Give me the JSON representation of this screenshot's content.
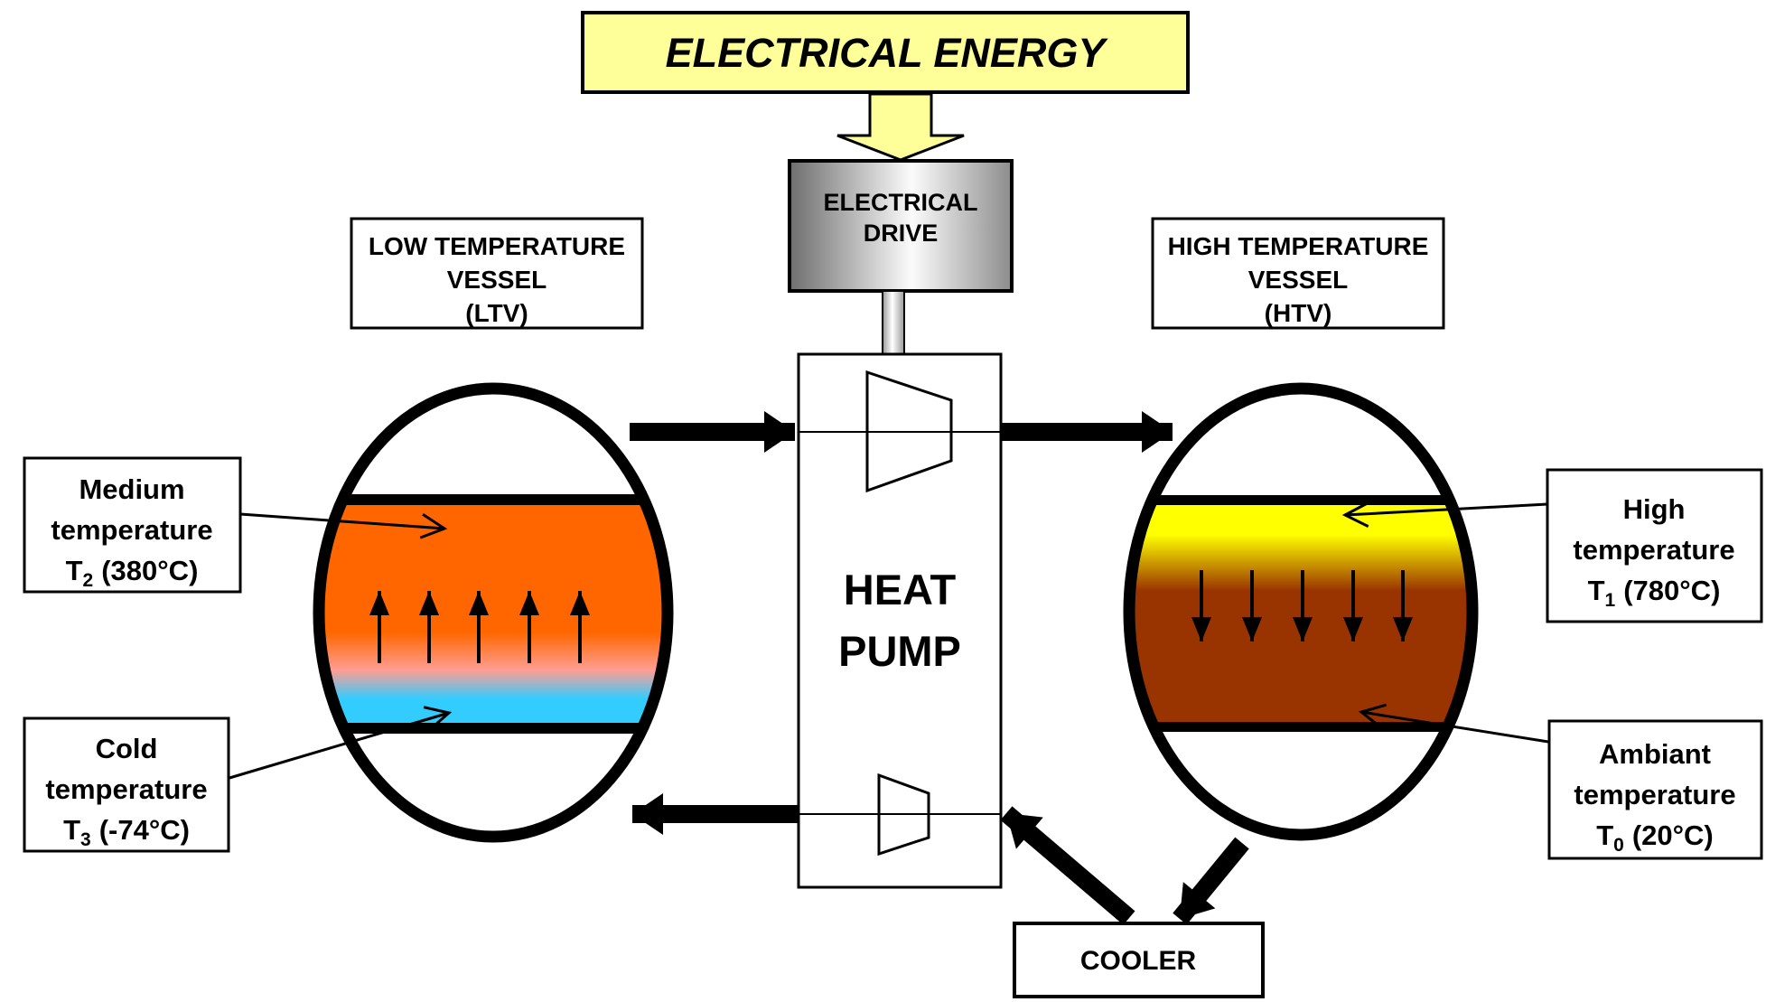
{
  "colors": {
    "energy_yellow": "#FFFF99",
    "orange_medium": "#FF6600",
    "transition_pink": "#FF9E94",
    "cold_blue": "#33CCFF",
    "hot_yellow": "#FFFF00",
    "ambient_brown": "#993300",
    "drive_dark": "#6E6E6E",
    "drive_light": "#FBFBFB",
    "drive_mid": "#8C8C8C"
  },
  "energy_box": {
    "label": "ELECTRICAL ENERGY"
  },
  "electrical_drive": {
    "line1": "ELECTRICAL",
    "line2": "DRIVE"
  },
  "heat_pump": {
    "line1": "HEAT",
    "line2": "PUMP"
  },
  "ltv": {
    "line1": "LOW TEMPERATURE",
    "line2": "VESSEL",
    "line3": "(LTV)"
  },
  "htv": {
    "line1": "HIGH TEMPERATURE",
    "line2": "VESSEL",
    "line3": "(HTV)"
  },
  "medium_temp": {
    "line1": "Medium",
    "line2": "temperature",
    "symbol": "T",
    "subscript": "2",
    "value": "(380°C)"
  },
  "cold_temp": {
    "line1": "Cold",
    "line2": "temperature",
    "symbol": "T",
    "subscript": "3",
    "value": "(-74°C)"
  },
  "high_temp": {
    "line1": "High",
    "line2": "temperature",
    "symbol": "T",
    "subscript": "1",
    "value": "(780°C)"
  },
  "ambiant_temp": {
    "line1": "Ambiant",
    "line2": "temperature",
    "symbol": "T",
    "subscript": "0",
    "value": "(20°C)"
  },
  "cooler": {
    "label": "COOLER"
  }
}
